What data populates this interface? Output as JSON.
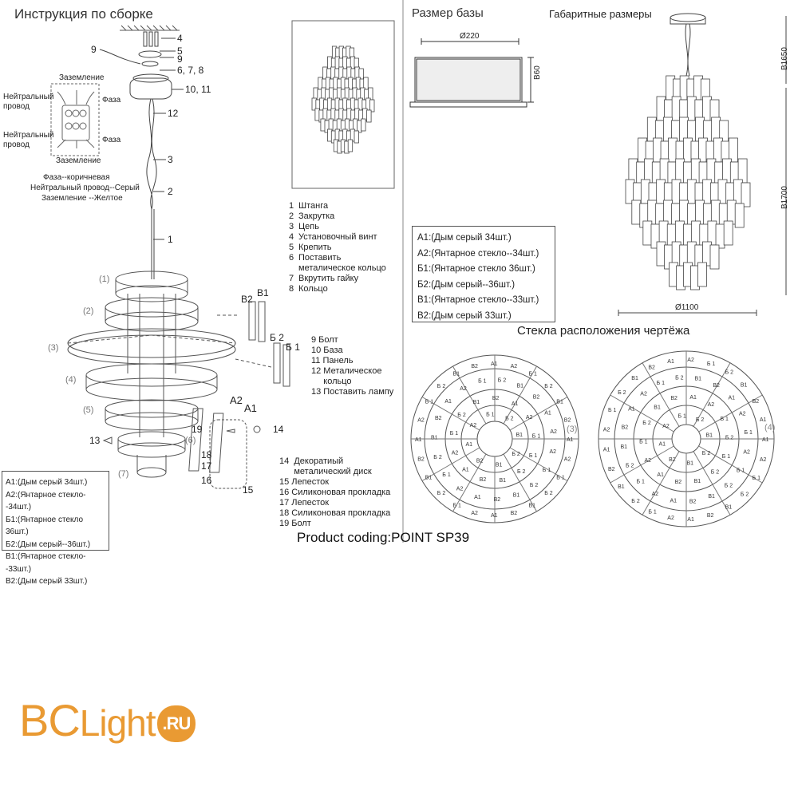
{
  "assembly": {
    "title": "Инструкция по сборке",
    "grounding_top": "Заземление",
    "grounding_bottom": "Заземление",
    "neutral_1": "Нейтральный провод",
    "neutral_2": "Нейтральный провод",
    "phase_1": "Фаза",
    "phase_2": "Фаза",
    "wire_colors": [
      "Фаза--коричневая",
      "Нейтральный провод--Серый",
      "Заземление --Желтое"
    ],
    "callouts": [
      "4",
      "5",
      "9",
      "6, 7, 8",
      "10, 11",
      "12",
      "3",
      "2",
      "1",
      "9",
      "13",
      "16",
      "17",
      "18",
      "19",
      "14",
      "15"
    ],
    "tiers": [
      "(1)",
      "(2)",
      "(3)",
      "(4)",
      "(5)",
      "(6)",
      "(7)"
    ],
    "glass_tags": [
      "B2",
      "B1",
      "Б 2",
      "Б 1",
      "A2",
      "A1"
    ]
  },
  "parts_list": [
    {
      "num": "1",
      "label": "Штанга"
    },
    {
      "num": "2",
      "label": "Закрутка"
    },
    {
      "num": "3",
      "label": "Цепь"
    },
    {
      "num": "4",
      "label": "Установочный винт"
    },
    {
      "num": "5",
      "label": "Крепить"
    },
    {
      "num": "6",
      "label": "Поставить"
    },
    {
      "num": "",
      "label": "металическое кольцо"
    },
    {
      "num": "7",
      "label": "Вкрутить гайку"
    },
    {
      "num": "8",
      "label": "Кольцо"
    }
  ],
  "parts_list_2": [
    "9  Болт",
    "10 База",
    "11 Панель",
    "12 Металическое",
    "     кольцо",
    "13 Поставить лампу"
  ],
  "parts_list_3": [
    "14  Декоратиый",
    "      металический диск",
    "15 Лепесток",
    "16 Силиконовая прокладка",
    "17 Лепесток",
    "18 Силиконовая прокладка",
    "19 Болт"
  ],
  "base": {
    "title": "Размер базы",
    "diameter": "Ø220",
    "height": "B60"
  },
  "dimensions": {
    "title": "Габаритные размеры",
    "h1": "B1650",
    "h2": "B1700",
    "diameter": "Ø1100"
  },
  "glass_counts": [
    "A1:(Дым серый 34шт.)",
    "A2:(Янтарное стекло--34шт.)",
    "Б1:(Янтарное стекло 36шт.)",
    "Б2:(Дым серый--36шт.)",
    "B1:(Янтарное стекло--33шт.)",
    "B2:(Дым серый 33шт.)"
  ],
  "glass_counts_left": [
    "A1:(Дым серый 34шт.)",
    "A2:(Янтарное стекло--34шт.)",
    "Б1:(Янтарное стекло 36шт.)",
    "Б2:(Дым серый--36шт.)",
    "B1:(Янтарное стекло--33шт.)",
    "B2:(Дым серый 33шт.)"
  ],
  "layout_title": "Стекла расположения чертёжа",
  "layout_rings": [
    "(3)",
    "(4)"
  ],
  "product_code": "Product coding:POINT SP39",
  "logo": {
    "bc": "BC",
    "light": "Light",
    "ru": ".RU"
  },
  "colors": {
    "logo": "#e99a33",
    "line": "#444444"
  }
}
